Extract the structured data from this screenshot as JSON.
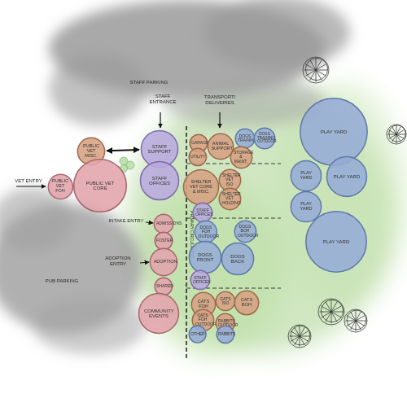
{
  "diagram": {
    "nodes": [
      {
        "text": [
          "PUBLIC VET MISC."
        ]
      },
      {
        "text": [
          "STAFF SUPPORT"
        ]
      },
      {
        "text": [
          "GARAGE"
        ]
      },
      {
        "text": [
          "ANIMAL SUPPORT"
        ]
      },
      {
        "text": [
          "DOGS TRAINING"
        ]
      },
      {
        "text": [
          "DOGS TRAINING OUTDOOR"
        ]
      },
      {
        "text": [
          "PLAY YARD"
        ]
      },
      {
        "text": [
          "UTILITY"
        ]
      },
      {
        "text": [
          "STORAGE & MAINT."
        ]
      },
      {
        "text": [
          "PUBLIC VET FOH"
        ]
      },
      {
        "text": [
          "PUBLIC VET CORE"
        ]
      },
      {
        "text": [
          "STAFF OFFICES"
        ]
      },
      {
        "text": [
          "SHELTER VET CORE & MISC."
        ]
      },
      {
        "text": [
          "SHELTER VET ISO"
        ]
      },
      {
        "text": [
          "PLAY YARD"
        ]
      },
      {
        "text": [
          "PLAY YARD"
        ]
      },
      {
        "text": [
          "SHELTER VET HOLDING"
        ]
      },
      {
        "text": [
          "PLAY YARD"
        ]
      },
      {
        "text": [
          "STAFF OFFICES"
        ]
      },
      {
        "text": [
          "ADMISSIONS"
        ]
      },
      {
        "text": [
          "DOGS FOH OUTDOOR"
        ]
      },
      {
        "text": [
          "DOGS BOH OUTDOOR"
        ]
      },
      {
        "text": [
          "FOSTER"
        ]
      },
      {
        "text": [
          "PLAY YARD"
        ]
      },
      {
        "text": [
          "DOGS FRONT"
        ]
      },
      {
        "text": [
          "DOGS BACK"
        ]
      },
      {
        "text": [
          "ADOPTION"
        ]
      },
      {
        "text": [
          "STAFF OFFICES"
        ]
      },
      {
        "text": [
          "SHARED"
        ]
      },
      {
        "text": [
          "CATS FOH"
        ]
      },
      {
        "text": [
          "CATS ISO"
        ]
      },
      {
        "text": [
          "CATS BOH"
        ]
      },
      {
        "text": [
          "COMMUNITY EVENTS"
        ]
      },
      {
        "text": [
          "CATS FOH OUTDOOR"
        ]
      },
      {
        "text": [
          "RABBITS OUTDOOR"
        ]
      },
      {
        "text": [
          "OTHER"
        ]
      },
      {
        "text": [
          "RABBITS"
        ]
      }
    ],
    "edges": [
      {
        "from": 0,
        "to": 1,
        "arrow": "both"
      }
    ],
    "labels": [
      "STAFF PARKING",
      "STAFF ENTRANCE",
      "TRANSPORT/ DELIVERIES",
      "VET ENTRY",
      "INTAKE ENTRY",
      "ADOPTION ENTRY",
      "PUB PARKING",
      "PRIMARY CIRCULATION"
    ]
  }
}
